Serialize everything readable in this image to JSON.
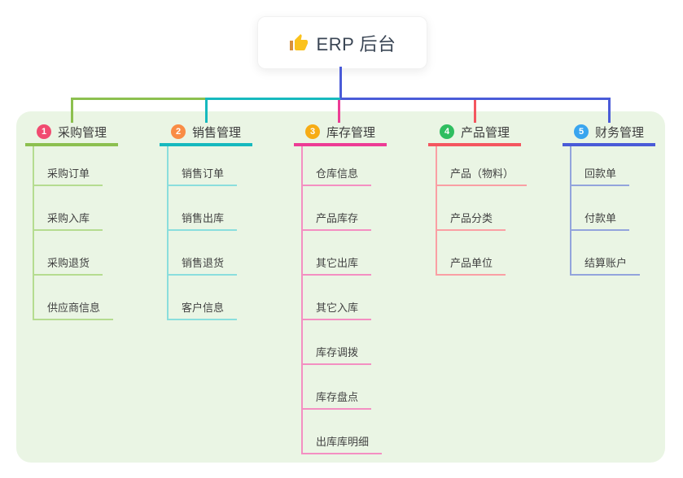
{
  "canvas": {
    "background": "#ffffff",
    "panel_color": "#EAF5E4"
  },
  "root": {
    "label": "ERP 后台",
    "icon": "thumbs-up-icon",
    "line_color": "#4A5BD8"
  },
  "branches": [
    {
      "index": "1",
      "label": "采购管理",
      "color": "#8CC04F",
      "light_color": "#B5DC90",
      "badge_color": "#F14B70",
      "children": [
        "采购订单",
        "采购入库",
        "采购退货",
        "供应商信息"
      ]
    },
    {
      "index": "2",
      "label": "销售管理",
      "color": "#16B9BE",
      "light_color": "#8ADEDD",
      "badge_color": "#F98C45",
      "children": [
        "销售订单",
        "销售出库",
        "销售退货",
        "客户信息"
      ]
    },
    {
      "index": "3",
      "label": "库存管理",
      "color": "#ED3C95",
      "light_color": "#F48FC2",
      "badge_color": "#F7AC15",
      "children": [
        "仓库信息",
        "产品库存",
        "其它出库",
        "其它入库",
        "库存调拨",
        "库存盘点",
        "出库库明细"
      ]
    },
    {
      "index": "4",
      "label": "产品管理",
      "color": "#F4565F",
      "light_color": "#FA9FA4",
      "badge_color": "#2FBE60",
      "children": [
        "产品（物料）",
        "产品分类",
        "产品单位"
      ]
    },
    {
      "index": "5",
      "label": "财务管理",
      "color": "#4A5BD8",
      "light_color": "#93A4DC",
      "badge_color": "#39A5EF",
      "children": [
        "回款单",
        "付款单",
        "结算账户"
      ]
    }
  ]
}
